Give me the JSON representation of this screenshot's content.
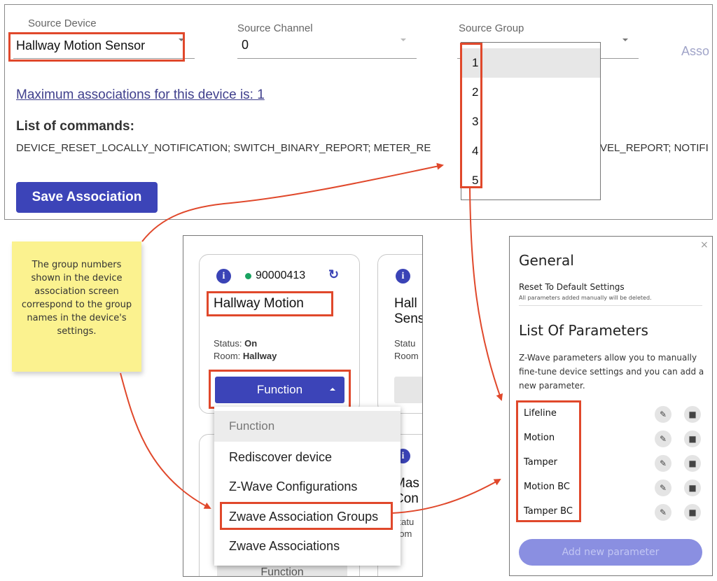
{
  "top_panel": {
    "source_device": {
      "label": "Source Device",
      "value": "Hallway Motion Sensor"
    },
    "source_channel": {
      "label": "Source Channel",
      "value": "0"
    },
    "source_group": {
      "label": "Source Group",
      "options": [
        "1",
        "2",
        "3",
        "4",
        "5"
      ]
    },
    "association_label_partial": "Asso",
    "max_associations": "Maximum associations for this device is: 1",
    "commands_title": "List of commands:",
    "commands_text": "DEVICE_RESET_LOCALLY_NOTIFICATION; SWITCH_BINARY_REPORT; METER_RE",
    "commands_text_right": "VEL_REPORT; NOTIFI",
    "save_button": "Save Association"
  },
  "note": {
    "text": "The group numbers shown in the device association screen correspond to the group names in the device's settings."
  },
  "device_panel": {
    "card_1": {
      "info_icon": "i",
      "device_id": "90000413",
      "name": "Hallway Motion",
      "status_label": "Status:",
      "status_value": "On",
      "room_label": "Room:",
      "room_value": "Hallway",
      "function_button": "Function"
    },
    "card_2": {
      "info_icon": "i",
      "name_line1": "Hall",
      "name_line2": "Sens",
      "status_label": "Statu",
      "room_label": "Room"
    },
    "card_3": {
      "info_icon": "i",
      "name_line1": "Mas",
      "name_line2": "Con",
      "status_label": "statu",
      "room_label": "oom"
    },
    "function_menu": {
      "header": "Function",
      "items": [
        "Rediscover device",
        "Z-Wave Configurations",
        "Zwave Association Groups",
        "Zwave Associations"
      ]
    },
    "bottom_function_button": "Function"
  },
  "settings_panel": {
    "close": "×",
    "title": "General",
    "reset_title": "Reset To Default Settings",
    "reset_subtitle": "All parameters added manually will be deleted.",
    "parameters_title": "List Of Parameters",
    "parameters_description": "Z-Wave parameters allow you to manually fine-tune device settings and you can add a new parameter.",
    "parameters": [
      "Lifeline",
      "Motion",
      "Tamper",
      "Motion BC",
      "Tamper BC"
    ],
    "add_button": "Add new parameter"
  },
  "colors": {
    "primary": "#3c44b8",
    "highlight": "#e0482b",
    "note": "#fbf28f",
    "status_dot": "#1aa361"
  },
  "icons": [
    "info-icon",
    "refresh-icon",
    "caret-down-icon",
    "caret-up-icon",
    "edit-icon",
    "delete-icon",
    "close-icon"
  ]
}
